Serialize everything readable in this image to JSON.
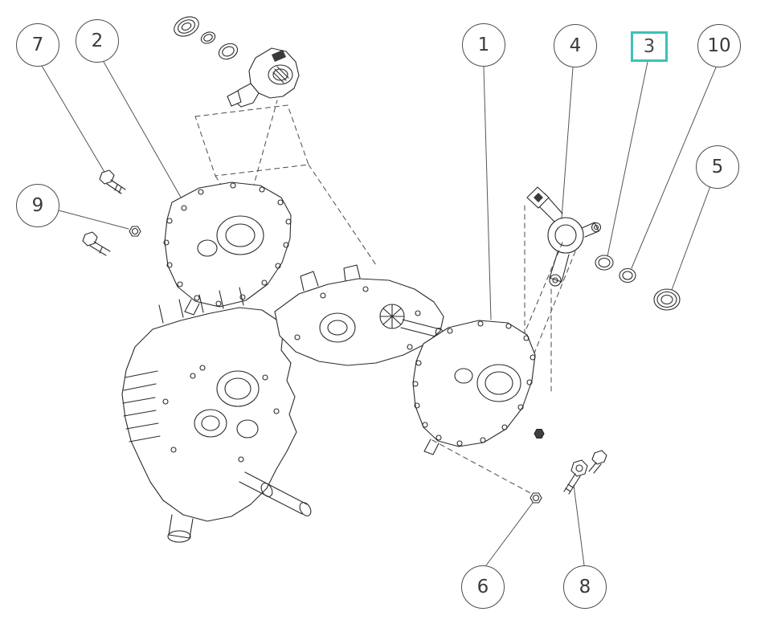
{
  "diagram": {
    "type": "exploded-parts-diagram",
    "background": "#ffffff",
    "line_color": "#2b2b2b",
    "leader_color": "#555555",
    "highlight_color": "#3cc2b6",
    "highlighted_callout": "3",
    "callouts": [
      {
        "label": "7"
      },
      {
        "label": "2"
      },
      {
        "label": "9"
      },
      {
        "label": "1"
      },
      {
        "label": "4"
      },
      {
        "label": "3",
        "highlighted": true
      },
      {
        "label": "10"
      },
      {
        "label": "5"
      },
      {
        "label": "6"
      },
      {
        "label": "8"
      }
    ]
  }
}
